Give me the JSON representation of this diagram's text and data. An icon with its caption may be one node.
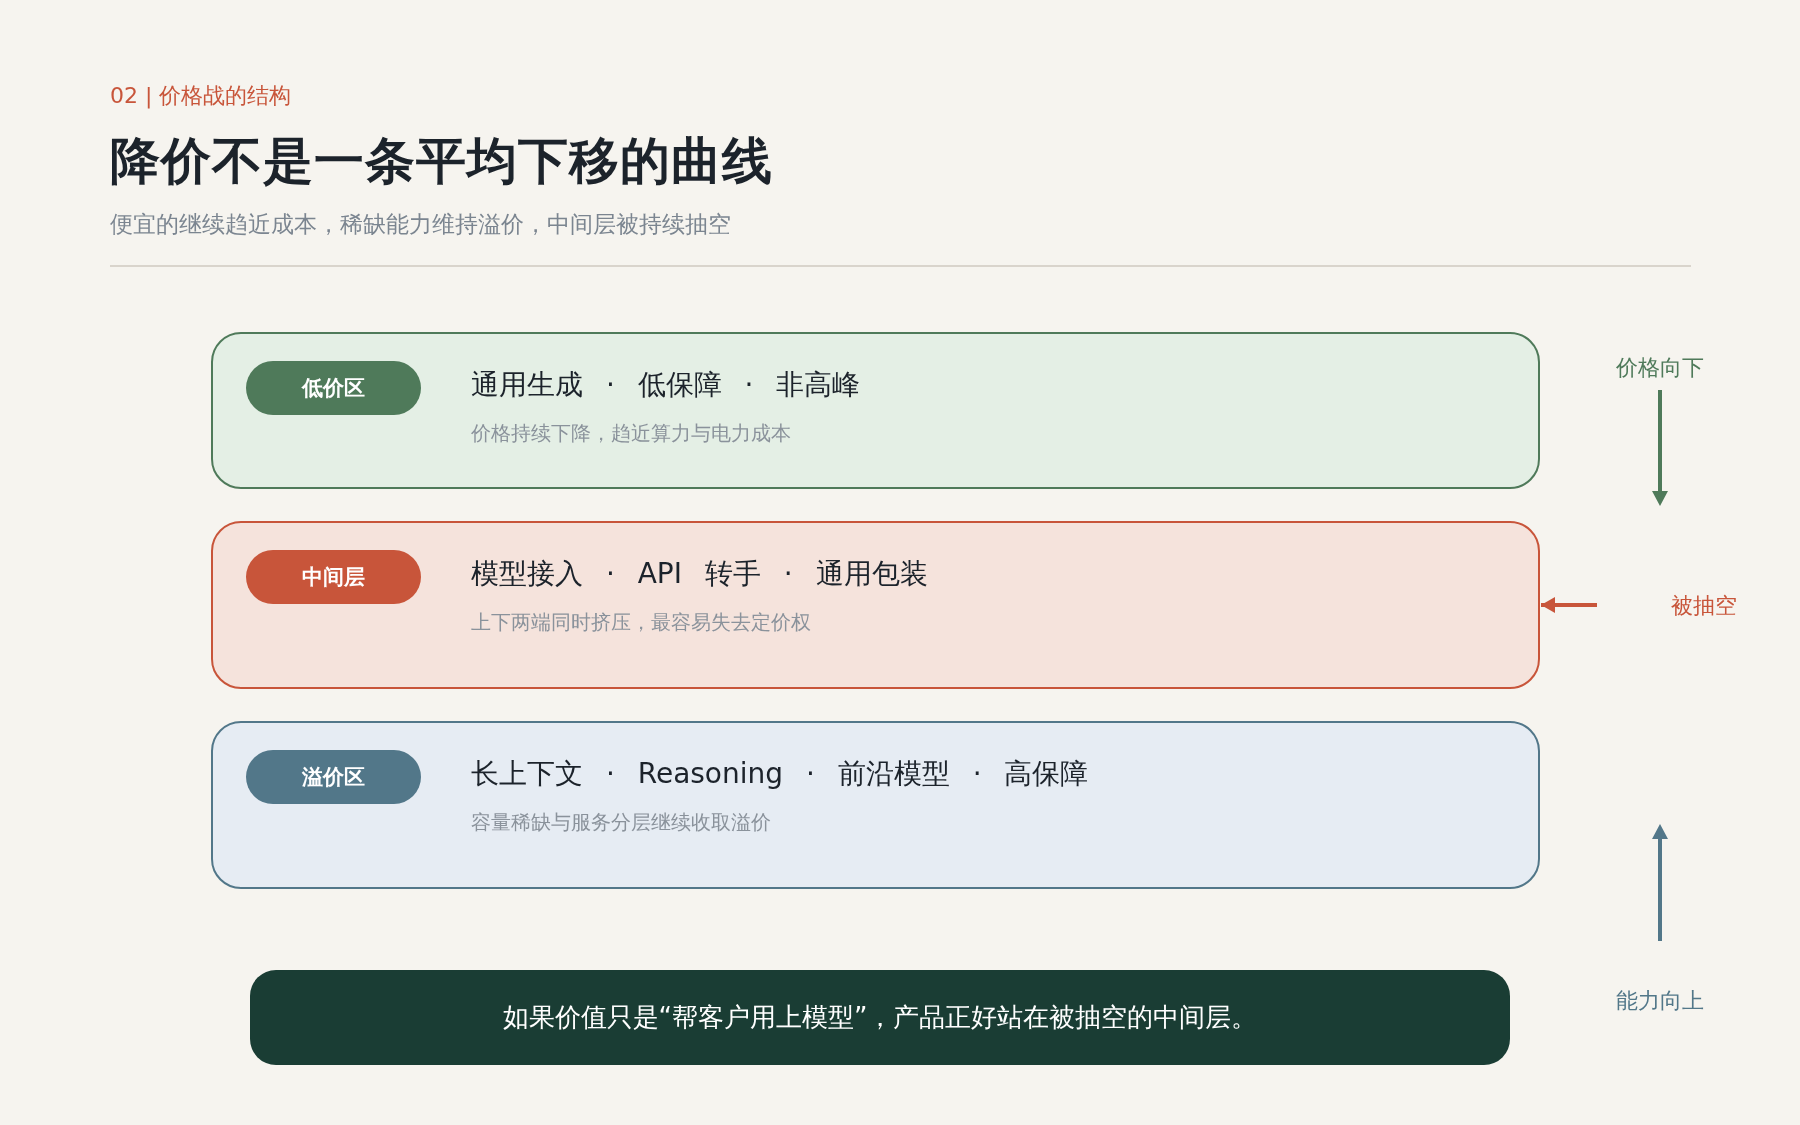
{
  "diagram": {
    "title": "降价不是一条平均下移的曲线",
    "nodes": [
      {
        "text": [
          "通用生成 · 低保障 · 非高峰",
          "价格持续下降，趋近算力与电力成本"
        ]
      },
      {
        "text": [
          "低价区"
        ],
        "in": 0
      },
      {
        "text": [
          "模型接入 · API 转手 · 通用包装",
          "上下两端同时挤压，最容易失去定价权"
        ]
      },
      {
        "text": [
          "中间层"
        ],
        "in": 2
      },
      {
        "text": [
          "长上下文 · Reasoning · 前沿模型 · 高保障",
          "容量稀缺与服务分层继续收取溢价"
        ]
      },
      {
        "text": [
          "溢价区"
        ],
        "in": 4
      },
      {
        "text": [
          "如果价值只是“帮客户用上模型”，产品正好站在被抽空的中间层。"
        ]
      }
    ],
    "edges": [
      {
        "from": null,
        "to": 2,
        "arrow": "to",
        "color": "#c8553a"
      }
    ],
    "labels": [
      "02 | 价格战的结构",
      "便宜的继续趋近成本，稀缺能力维持溢价，中间层被持续抽空",
      "价格向下",
      "被抽空",
      "能力向上"
    ]
  }
}
